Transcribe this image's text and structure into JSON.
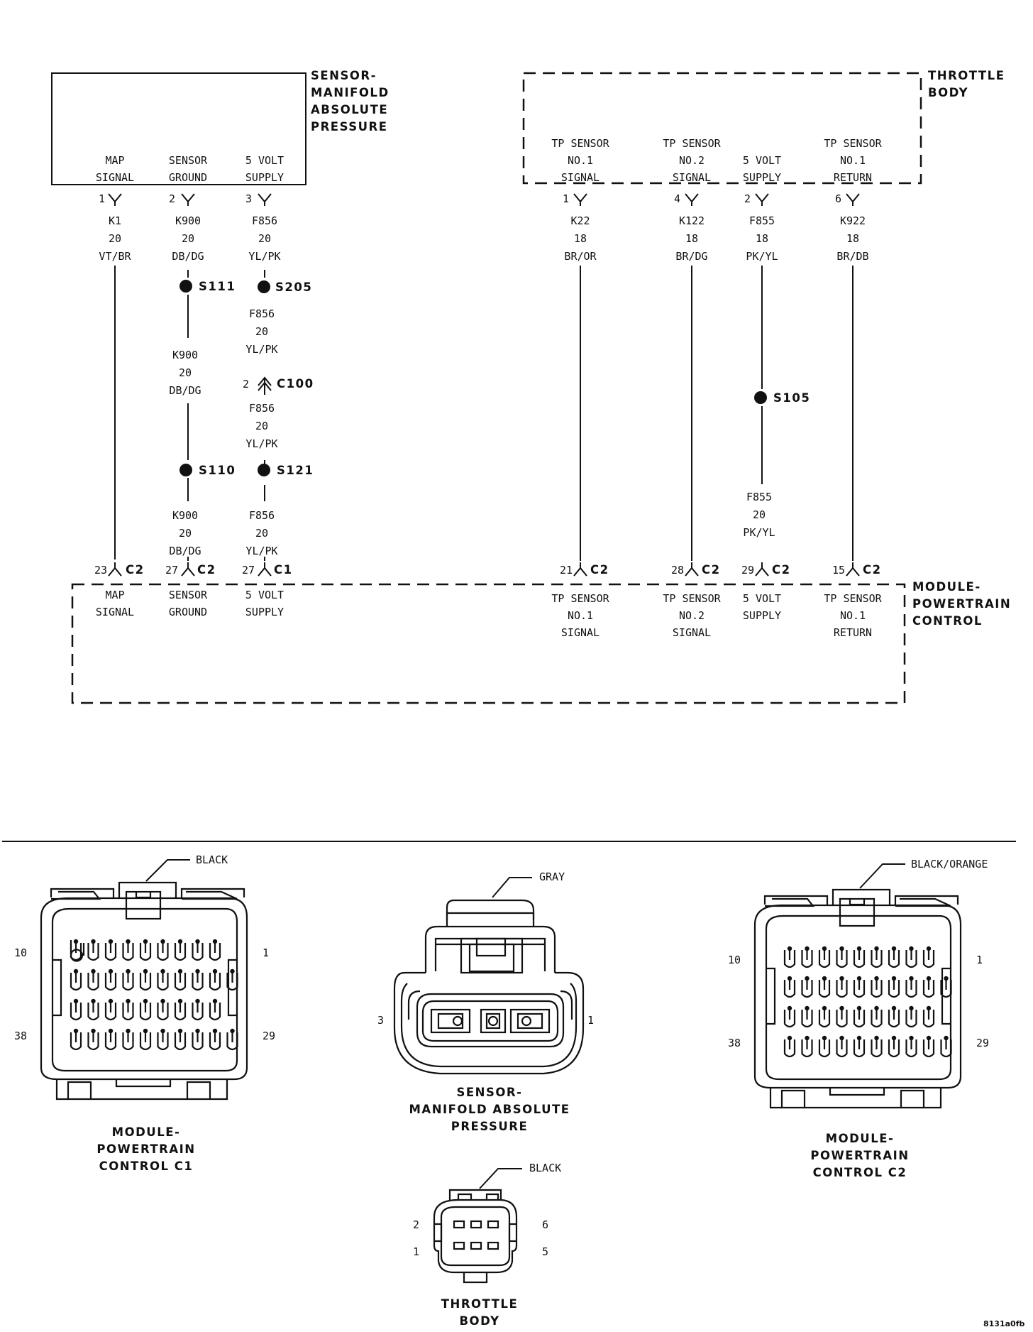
{
  "components": {
    "map_sensor_title": [
      "SENSOR-",
      "MANIFOLD",
      "ABSOLUTE",
      "PRESSURE"
    ],
    "throttle_body_title": [
      "THROTTLE",
      "BODY"
    ],
    "pcm_title": [
      "MODULE-",
      "POWERTRAIN",
      "CONTROL"
    ]
  },
  "map_sensor_pins": [
    {
      "lines": [
        "MAP",
        "SIGNAL"
      ],
      "pin": "1"
    },
    {
      "lines": [
        "SENSOR",
        "GROUND"
      ],
      "pin": "2"
    },
    {
      "lines": [
        "5 VOLT",
        "SUPPLY"
      ],
      "pin": "3"
    }
  ],
  "throttle_body_pins": [
    {
      "lines": [
        "TP SENSOR",
        "NO.1",
        "SIGNAL"
      ],
      "pin": "1"
    },
    {
      "lines": [
        "TP SENSOR",
        "NO.2",
        "SIGNAL"
      ],
      "pin": "4"
    },
    {
      "lines": [
        "5 VOLT",
        "SUPPLY"
      ],
      "pin": "2"
    },
    {
      "lines": [
        "TP SENSOR",
        "NO.1",
        "RETURN"
      ],
      "pin": "6"
    }
  ],
  "wire_labels": [
    [
      "K1",
      "20",
      "VT/BR"
    ],
    [
      "K900",
      "20",
      "DB/DG"
    ],
    [
      "F856",
      "20",
      "YL/PK"
    ],
    [
      "K22",
      "18",
      "BR/OR"
    ],
    [
      "K122",
      "18",
      "BR/DG"
    ],
    [
      "F855",
      "18",
      "PK/YL"
    ],
    [
      "K922",
      "18",
      "BR/DB"
    ],
    [
      "F856",
      "20",
      "YL/PK"
    ],
    [
      "K900",
      "20",
      "DB/DG"
    ],
    [
      "F856",
      "20",
      "YL/PK"
    ],
    [
      "K900",
      "20",
      "DB/DG"
    ],
    [
      "F856",
      "20",
      "YL/PK"
    ],
    [
      "F855",
      "20",
      "PK/YL"
    ]
  ],
  "splices": [
    "S111",
    "S205",
    "S110",
    "S121",
    "S105"
  ],
  "inline_connector": {
    "pin": "2",
    "name": "C100"
  },
  "pcm_pins": [
    {
      "pin": "23",
      "conn": "C2",
      "lines": [
        "MAP",
        "SIGNAL"
      ]
    },
    {
      "pin": "27",
      "conn": "C2",
      "lines": [
        "SENSOR",
        "GROUND"
      ]
    },
    {
      "pin": "27",
      "conn": "C1",
      "lines": [
        "5 VOLT",
        "SUPPLY"
      ]
    },
    {
      "pin": "21",
      "conn": "C2",
      "lines": [
        "TP SENSOR",
        "NO.1",
        "SIGNAL"
      ]
    },
    {
      "pin": "28",
      "conn": "C2",
      "lines": [
        "TP SENSOR",
        "NO.2",
        "SIGNAL"
      ]
    },
    {
      "pin": "29",
      "conn": "C2",
      "lines": [
        "5 VOLT",
        "SUPPLY"
      ]
    },
    {
      "pin": "15",
      "conn": "C2",
      "lines": [
        "TP SENSOR",
        "NO.1",
        "RETURN"
      ]
    }
  ],
  "connector_views": {
    "c1": {
      "color": "BLACK",
      "pins": [
        "10",
        "1",
        "38",
        "29"
      ],
      "caption": [
        "MODULE-",
        "POWERTRAIN",
        "CONTROL C1"
      ]
    },
    "map": {
      "color": "GRAY",
      "pins": [
        "3",
        "1"
      ],
      "caption": [
        "SENSOR-",
        "MANIFOLD ABSOLUTE",
        "PRESSURE"
      ]
    },
    "c2": {
      "color": "BLACK/ORANGE",
      "pins": [
        "10",
        "1",
        "38",
        "29"
      ],
      "caption": [
        "MODULE-",
        "POWERTRAIN",
        "CONTROL C2"
      ]
    },
    "tb": {
      "color": "BLACK",
      "pins": [
        "2",
        "6",
        "1",
        "5"
      ],
      "caption": [
        "THROTTLE",
        "BODY"
      ]
    }
  },
  "figure_id": "8131a0fb"
}
